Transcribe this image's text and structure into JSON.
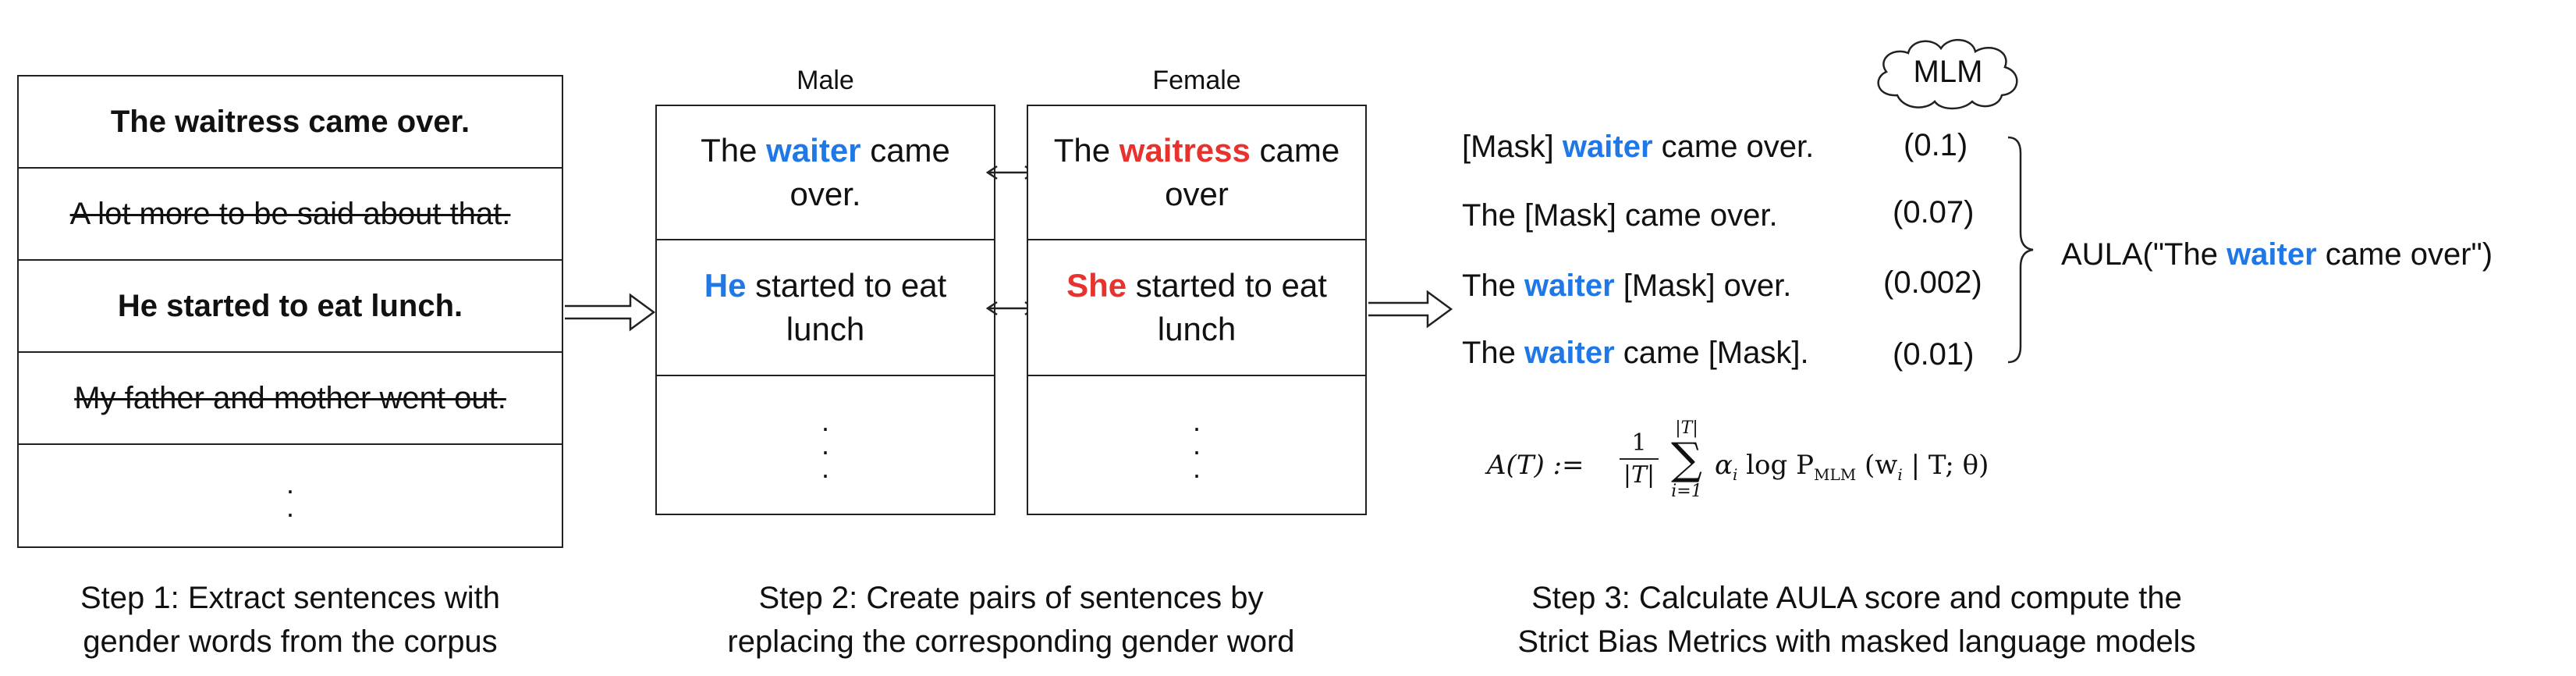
{
  "step1": {
    "rows": [
      "The waitress came over.",
      "A lot more to be said about that.",
      "He started to eat lunch.",
      "My father and mother went out."
    ],
    "caption_line1": "Step 1: Extract sentences with",
    "caption_line2": "gender words from the corpus"
  },
  "step2": {
    "male_header": "Male",
    "female_header": "Female",
    "male_rows": [
      {
        "pre": "The ",
        "word": "waiter",
        "post": " came",
        "line2": "over."
      },
      {
        "pre": "",
        "word": "He",
        "post": " started to eat",
        "line2": "lunch"
      }
    ],
    "female_rows": [
      {
        "pre": "The ",
        "word": "waitress",
        "post": " came",
        "line2": "over"
      },
      {
        "pre": "",
        "word": "She",
        "post": " started to eat",
        "line2": "lunch"
      }
    ],
    "caption_line1": "Step 2: Create pairs of sentences by",
    "caption_line2": "replacing the corresponding gender word"
  },
  "step3": {
    "mlm_label": "MLM",
    "masked": [
      {
        "a": "[Mask] ",
        "b": "waiter",
        "c": " came over.",
        "score": "(0.1)"
      },
      {
        "a": "The [Mask] came over.",
        "b": "",
        "c": "",
        "score": "(0.07)"
      },
      {
        "a": "The ",
        "b": "waiter",
        "c": " [Mask] over.",
        "score": "(0.002)"
      },
      {
        "a": "The ",
        "b": "waiter",
        "c": " came [Mask].",
        "score": "(0.01)"
      }
    ],
    "aula_pre": "AULA(\"The ",
    "aula_word": "waiter",
    "aula_post": " came over\")",
    "formula": {
      "lhs": "A(T) :=",
      "frac_num": "1",
      "frac_den": "|T|",
      "sum_top": "|T|",
      "sum_bottom": "i=1",
      "body": "α",
      "body_sub": "i",
      "log": " log P",
      "p_sub": "MLM",
      "args": " (w",
      "w_sub": "i",
      "args_end": " | T; θ)"
    },
    "caption_line1": "Step 3: Calculate AULA score and compute the",
    "caption_line2": "Strict Bias Metrics with masked language models"
  },
  "colors": {
    "male": "#1f78e6",
    "female": "#e8322e",
    "border": "#222222"
  }
}
